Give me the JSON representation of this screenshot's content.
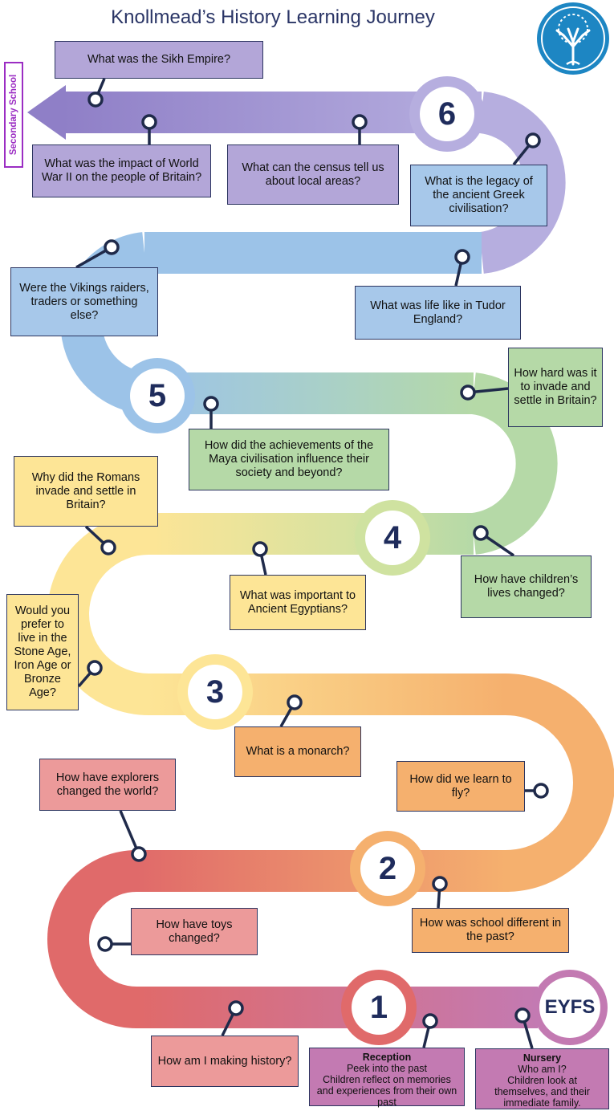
{
  "title": "Knollmead’s History Learning Journey",
  "secondary_label": "Secondary School",
  "stages": {
    "s6": "6",
    "s5": "5",
    "s4": "4",
    "s3": "3",
    "s2": "2",
    "s1": "1",
    "eyfs": "EYFS"
  },
  "questions": {
    "sikh": "What was the Sikh Empire?",
    "ww2": "What was the impact of World War II on the people of Britain?",
    "census": "What can the census tell us about local areas?",
    "greek": "What is the legacy of the ancient Greek civilisation?",
    "vikings": "Were the Vikings raiders, traders or something else?",
    "tudor": "What was life like in Tudor England?",
    "invade": "How hard was it to invade and settle in Britain?",
    "maya": "How did the achievements of the Maya civilisation influence their society and beyond?",
    "romans": "Why did the Romans invade and settle in Britain?",
    "children": "How have children’s lives changed?",
    "egypt": "What was important to Ancient Egyptians?",
    "stoneage": "Would you prefer to live in the Stone Age, Iron Age or Bronze Age?",
    "monarch": "What is a monarch?",
    "fly": "How did we learn to fly?",
    "explorers": "How have explorers changed the world?",
    "school": "How was school different in the past?",
    "toys": "How have toys changed?",
    "history": "How am I making history?"
  },
  "reception": {
    "heading": "Reception",
    "line1": "Peek into the past",
    "line2": "Children reflect on memories and experiences from their own past"
  },
  "nursery": {
    "heading": "Nursery",
    "line1": "Who am I?",
    "line2": "Children look at themselves, and their immediate family."
  },
  "colors": {
    "purple": "#8f7fc7",
    "blue": "#9cc3e8",
    "green": "#b5d9a7",
    "yellow": "#fde596",
    "orange": "#f5b06e",
    "red": "#e06a6a",
    "mauve": "#c37ab2",
    "ink": "#2a3566"
  }
}
